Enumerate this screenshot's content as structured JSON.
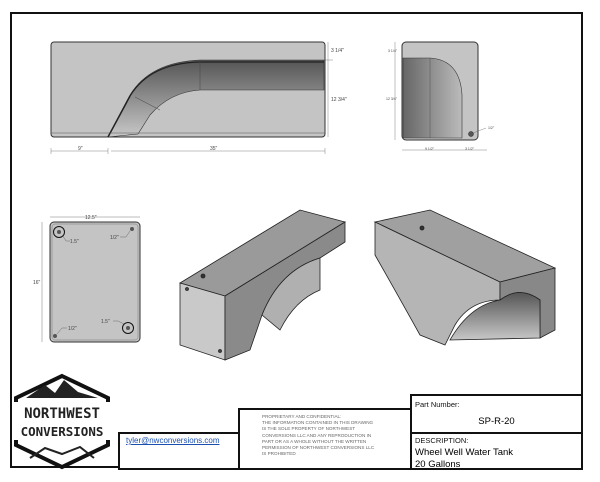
{
  "drawing": {
    "front_view_dims": {
      "height_top": "3 1/4\"",
      "height_main": "12 3/4\"",
      "width_left": "9\"",
      "width_main": "35\""
    },
    "side_view_dims": {
      "height_top": "3 1/4\"",
      "height_main": "12 3/4\"",
      "port": "1/2\"",
      "width_left": "9 1/2\"",
      "width_right": "3 1/2\""
    },
    "plan_view_dims": {
      "width": "12.5\"",
      "height": "16\"",
      "port_tl": "1.5\"",
      "port_tr": "1/2\"",
      "port_bl": "1/2\"",
      "port_br": "1.5\""
    }
  },
  "title_block": {
    "logo": {
      "line1": "NORTHWEST",
      "line2": "CONVERSIONS"
    },
    "email": "tyler@nwconversions.com",
    "proprietary": "PROPRIETARY AND CONFIDENTIAL:\nTHE INFORMATION CONTAINED IN THIS DRAWING\nIS THE SOLE PROPERTY OF NORTHWEST\nCONVERSIONS LLC AND ANY REPRODUCTION IN\nPART OR AS A WHOLE WITHOUT THE WRITTEN\nPERMISSION OF NORTHWEST CONVERSIONS LLC\nIS PROHIBITED",
    "part_number_label": "Part Number:",
    "part_number": "SP-R-20",
    "description_label": "DESCRIPTION:",
    "description_line1": "Wheel Well Water Tank",
    "description_line2": "20 Gallons"
  }
}
